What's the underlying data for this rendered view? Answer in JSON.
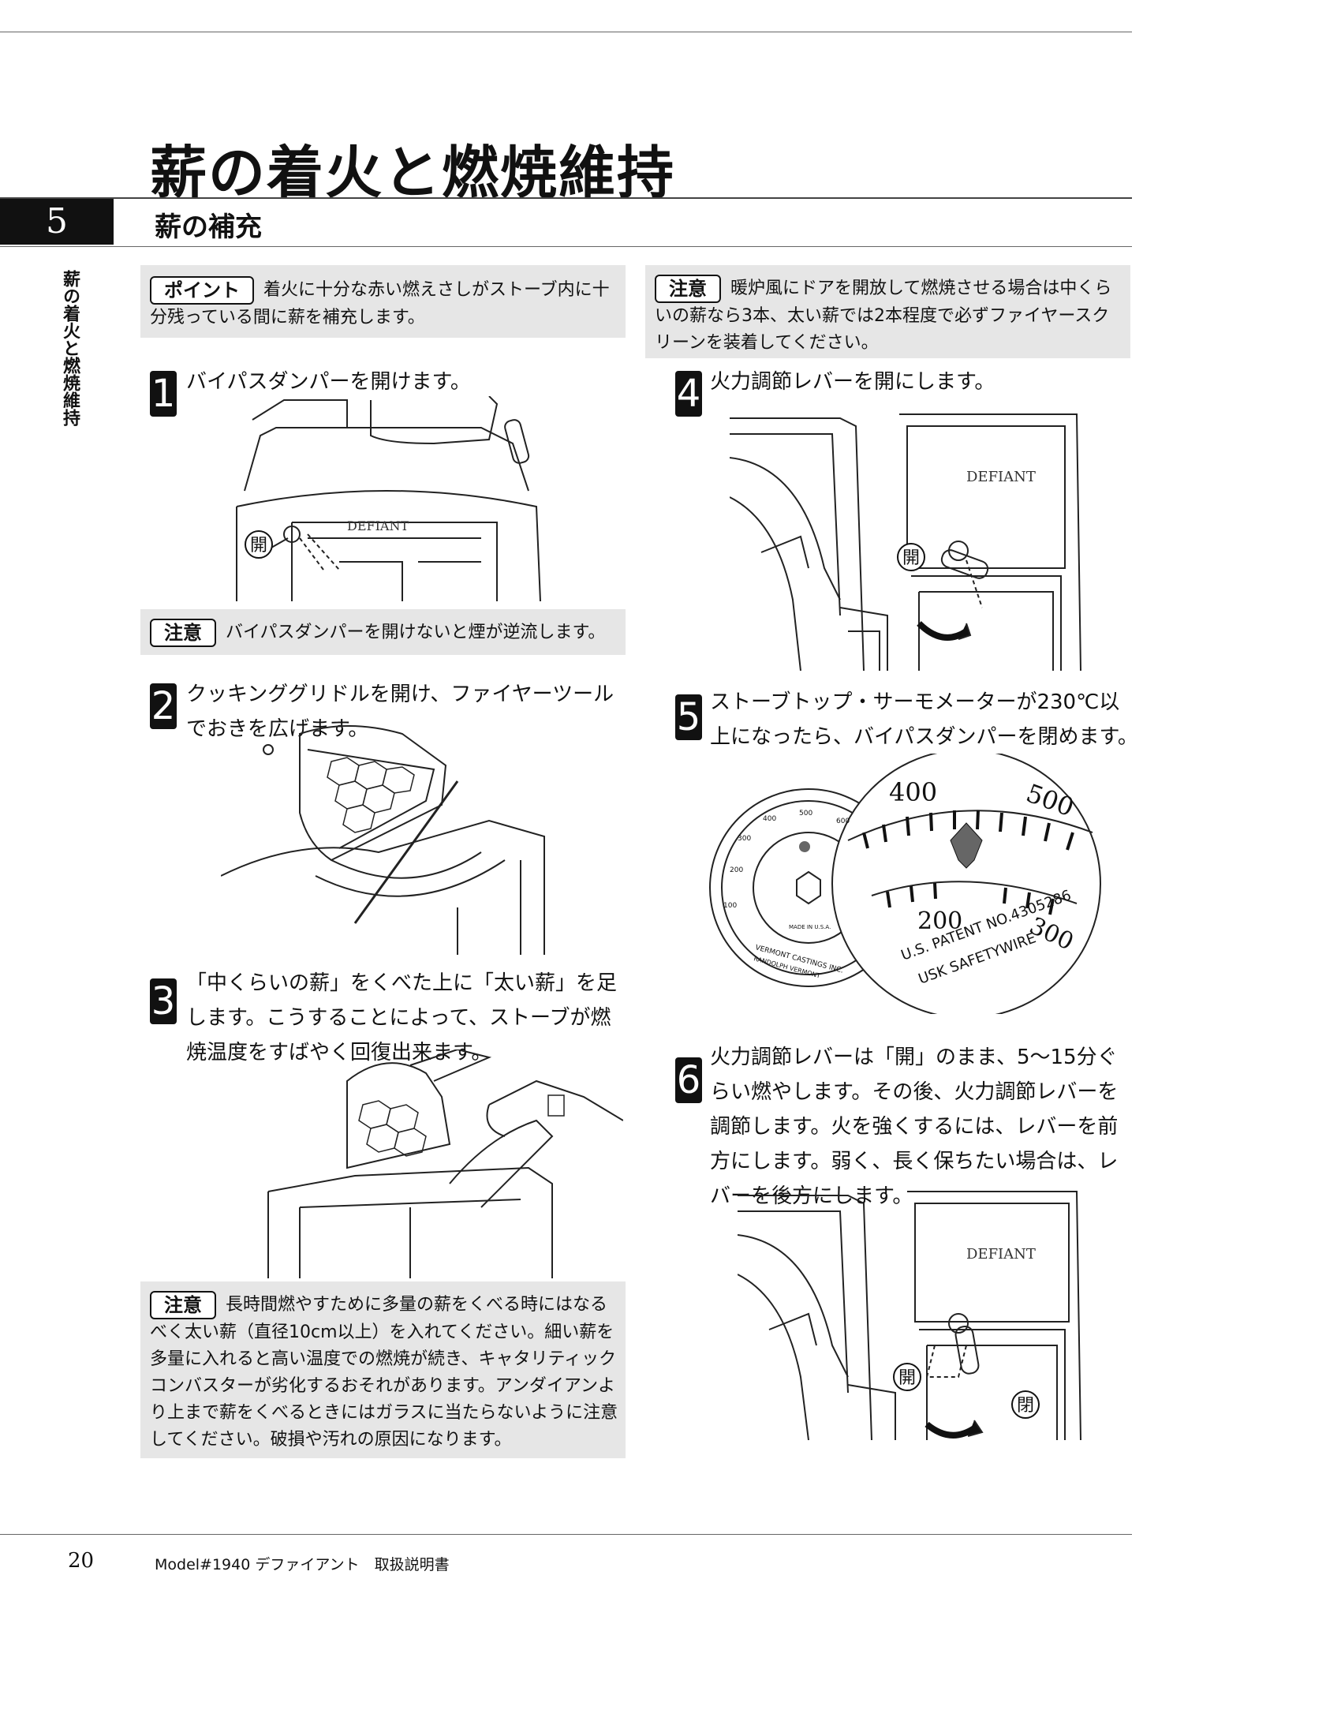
{
  "page": {
    "title": "薪の着火と燃焼維持",
    "section_number": "5",
    "section_heading": "薪の補充",
    "sidebar": "薪の着火と燃焼維持"
  },
  "point_box": {
    "tag": "ポイント",
    "text": "着火に十分な赤い燃えさしがストーブ内に十分残っている間に薪を補充します。"
  },
  "caution_top_right": {
    "tag": "注意",
    "text": "暖炉風にドアを開放して燃焼させる場合は中くらいの薪なら3本、太い薪では2本程度で必ずファイヤースクリーンを装着してください。"
  },
  "steps": [
    {
      "num": "1",
      "text": "バイパスダンパーを開けます。"
    },
    {
      "num": "2",
      "text": "クッキンググリドルを開け、ファイヤーツールでおきを広げます。"
    },
    {
      "num": "3",
      "text": "「中くらいの薪」をくべた上に「太い薪」を足します。こうすることによって、ストーブが燃焼温度をすばやく回復出来ます。"
    },
    {
      "num": "4",
      "text": "火力調節レバーを開にします。"
    },
    {
      "num": "5",
      "text": "ストーブトップ・サーモメーターが230℃以上になったら、バイパスダンパーを閉めます。"
    },
    {
      "num": "6",
      "text": "火力調節レバーは「開」のまま、5〜15分ぐらい燃やします。その後、火力調節レバーを調節します。火を強くするには、レバーを前方にします。弱く、長く保ちたい場合は、レバーを後方にします。"
    }
  ],
  "caution_step1": {
    "tag": "注意",
    "text": "バイパスダンパーを開けないと煙が逆流します。"
  },
  "caution_bottom": {
    "tag": "注意",
    "text": "長時間燃やすために多量の薪をくべる時にはなるべく太い薪（直径10cm以上）を入れてください。細い薪を多量に入れると高い温度での燃焼が続き、キャタリティックコンバスターが劣化するおそれがあります。アンダイアンより上まで薪をくべるときにはガラスに当たらないように注意してください。破損や汚れの原因になります。"
  },
  "figure_labels": {
    "open": "開",
    "close": "閉",
    "brand": "DEFIANT",
    "gauge_400": "400",
    "gauge_500": "500",
    "gauge_200": "200",
    "gauge_300": "300",
    "patent": "U.S. PATENT NO.4305286",
    "usk": "USK SAFETYWIRE",
    "small_400": "400",
    "small_500": "500",
    "small_600": "600",
    "small_200": "200",
    "small_300": "300",
    "small_100": "100",
    "made": "MADE IN U.S.A.",
    "maker": "VERMONT CASTINGS INC.",
    "maker2": "RANDOLPH VERMONT"
  },
  "footer": {
    "page_number": "20",
    "model": "Model#1940 デファイアント　取扱説明書"
  }
}
